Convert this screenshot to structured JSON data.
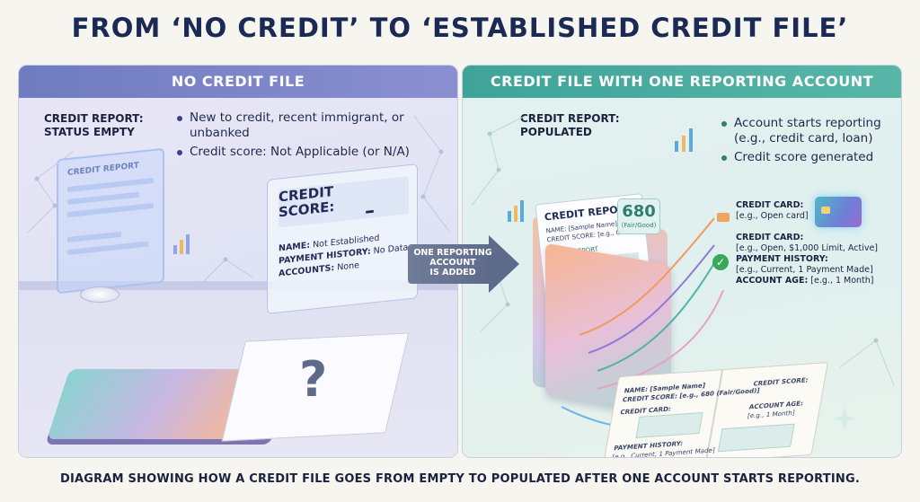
{
  "title": "FROM ‘NO CREDIT’ TO ‘ESTABLISHED CREDIT FILE’",
  "left": {
    "header": "NO CREDIT FILE",
    "status_line1": "CREDIT REPORT:",
    "status_line2": "STATUS EMPTY",
    "bullets": [
      "New to credit, recent immigrant, or unbanked",
      "Credit score: Not Applicable (or N/A)"
    ],
    "holo_card_title": "CREDIT REPORT",
    "score_card": {
      "title_line1": "CREDIT",
      "title_line2": "SCORE:",
      "value": "–",
      "name_label": "NAME:",
      "name_value": "Not Established",
      "history_label": "PAYMENT HISTORY:",
      "history_value": "No Data",
      "accounts_label": "ACCOUNTS:",
      "accounts_value": "None"
    },
    "paper_mark": "?"
  },
  "arrow": {
    "line1": "ONE REPORTING",
    "line2": "ACCOUNT",
    "line3": "IS ADDED"
  },
  "right": {
    "header": "CREDIT FILE WITH ONE REPORTING ACCOUNT",
    "status_line1": "CREDIT REPORT:",
    "status_line2": "POPULATED",
    "bullets": [
      "Account starts reporting (e.g., credit card, loan)",
      "Credit score generated"
    ],
    "report_sheet": {
      "title": "CREDIT REPORT",
      "name_line": "NAME: [Sample Name]",
      "score_line": "CREDIT SCORE: [e.g., Good]",
      "section": "CREDIT REPORT"
    },
    "score_badge": {
      "value": "680",
      "caption": "(Fair/Good)"
    },
    "account_card_1": {
      "label": "CREDIT CARD:",
      "value": "[e.g., Open card]"
    },
    "account_card_2": {
      "label": "CREDIT CARD:",
      "value": "[e.g., Open, $1,000 Limit, Active]"
    },
    "payment_history": {
      "label": "PAYMENT HISTORY:",
      "value": "[e.g., Current, 1 Payment Made]"
    },
    "account_age": {
      "label": "ACCOUNT AGE:",
      "value": "[e.g., 1 Month]"
    },
    "book": {
      "name_line": "NAME: [Sample Name]",
      "score_line": "CREDIT SCORE: [e.g., 680 (Fair/Good)]",
      "card_label": "CREDIT CARD:",
      "history_label": "PAYMENT HISTORY:",
      "history_value": "[e.g., Current, 1 Payment Made]",
      "right_score": "CREDIT SCORE:",
      "right_age": "ACCOUNT AGE:",
      "right_age_value": "[e.g., 1 Month]"
    }
  },
  "caption": "DIAGRAM SHOWING HOW A CREDIT FILE GOES FROM EMPTY TO POPULATED AFTER ONE ACCOUNT STARTS REPORTING.",
  "colors": {
    "title": "#1b2a55",
    "left_header": "#7b84c7",
    "right_header": "#4aac9f",
    "arrow": "#66728f"
  }
}
